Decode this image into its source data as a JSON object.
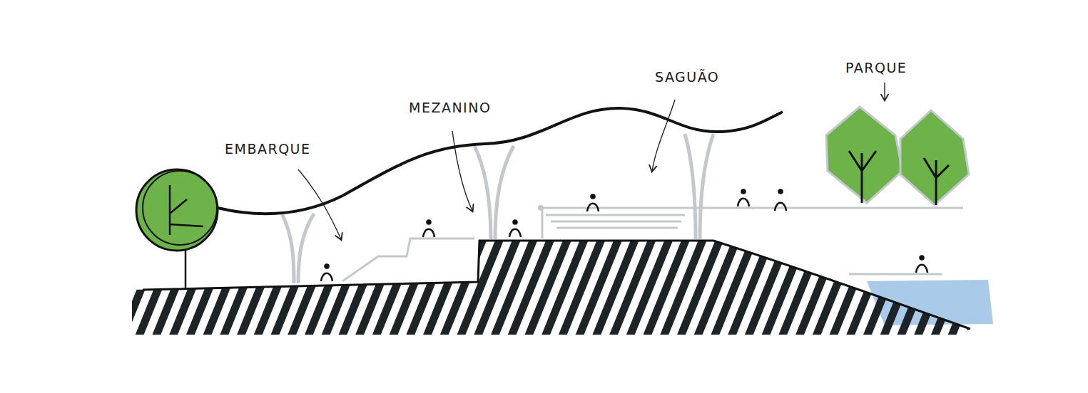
{
  "diagram": {
    "labels": [
      "EMBARQUE",
      "MEZANINO",
      "SAGUÃO",
      "PARQUE"
    ]
  }
}
